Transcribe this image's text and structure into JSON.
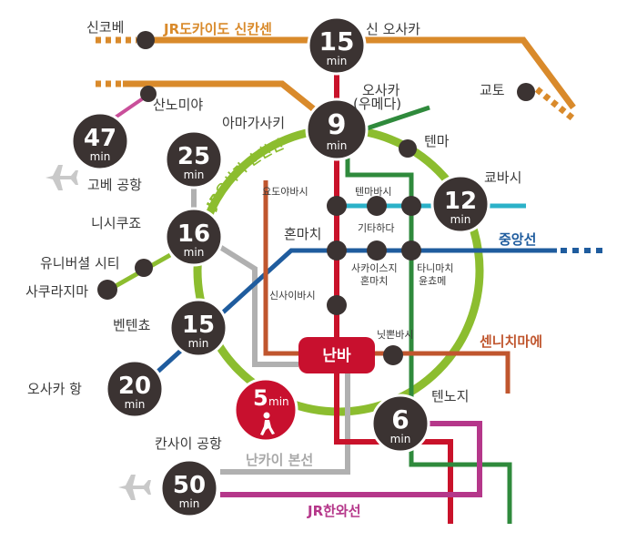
{
  "colors": {
    "shinkansen": "#d98a2b",
    "loop": "#8cbd2f",
    "midosuji": "#c9122a",
    "chuo": "#1f5c9e",
    "sakaisuji": "#2f8a3c",
    "yotsubashi": "#c0562e",
    "cyan": "#2bb1c8",
    "nankai": "#b0b0b0",
    "hanwa": "#b5378a",
    "bubble": "#3b3332",
    "namba": "#c8102e"
  },
  "lines": {
    "shinkansen": "JR도카이도 신칸센",
    "loop": "JR오사카 순환선",
    "chuo": "중앙선",
    "sennichimae": "센니치마에",
    "nankai": "난카이 본선",
    "hanwa": "JR한와선"
  },
  "stations": {
    "shin_kobe": "신코베",
    "shin_osaka": "신 오사카",
    "kyoto": "교토",
    "sannomiya": "산노미야",
    "osaka": "오사카",
    "umeda": "(우메다)",
    "amagasaki": "아마가사키",
    "temma": "텐마",
    "kobe_airport": "고베 공항",
    "yodoyabashi": "요도야바시",
    "temmabashi": "텐마바시",
    "kyobashi": "쿄바시",
    "kitahama": "기타하다",
    "nishikujo": "니시쿠죠",
    "hommachi": "혼마치",
    "sakaisuji_hommachi": "사카이스지\n혼마치",
    "tanimachi": "타니마치\n윤쵸메",
    "universal": "유니버셜 시티",
    "sakurajima": "사쿠라지마",
    "shinsaibashi": "신사이바시",
    "bentencho": "벤텐쵸",
    "nipponbashi": "닛뽄바시",
    "osaka_port": "오사카 항",
    "tennoji": "텐노지",
    "kansai_airport": "칸사이 공항",
    "namba": "난바"
  },
  "times": {
    "shin_osaka": {
      "value": "15",
      "unit": "min"
    },
    "osaka": {
      "value": "9",
      "unit": "min"
    },
    "sannomiya": {
      "value": "47",
      "unit": "min"
    },
    "amagasaki": {
      "value": "25",
      "unit": "min"
    },
    "kyobashi": {
      "value": "12",
      "unit": "min"
    },
    "nishikujo": {
      "value": "16",
      "unit": "min"
    },
    "bentencho": {
      "value": "15",
      "unit": "min"
    },
    "osaka_port": {
      "value": "20",
      "unit": "min"
    },
    "tennoji": {
      "value": "6",
      "unit": "min"
    },
    "kansai_airport": {
      "value": "50",
      "unit": "min"
    },
    "walk": {
      "value": "5",
      "unit": "min"
    }
  },
  "icons": {
    "airplane": "airplane-icon",
    "walk": "walking-person-icon"
  }
}
